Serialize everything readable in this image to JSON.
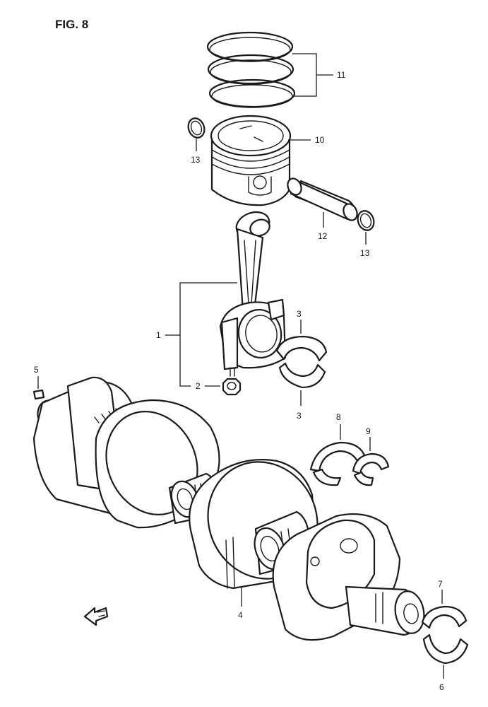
{
  "figure": {
    "title": "FIG. 8"
  },
  "callouts": {
    "conrod": "1",
    "nut": "2",
    "bearing_upper": "3",
    "bearing_lower": "3",
    "crankshaft": "4",
    "pin": "5",
    "main_bearing_lower": "6",
    "main_bearing_upper": "7",
    "thrust_bearing_left": "8",
    "thrust_bearing_right": "9",
    "piston": "10",
    "piston_rings": "11",
    "piston_pin": "12",
    "circlip_left": "13",
    "circlip_right": "13"
  },
  "front_arrow": {
    "icon": "front-direction-arrow-icon"
  }
}
